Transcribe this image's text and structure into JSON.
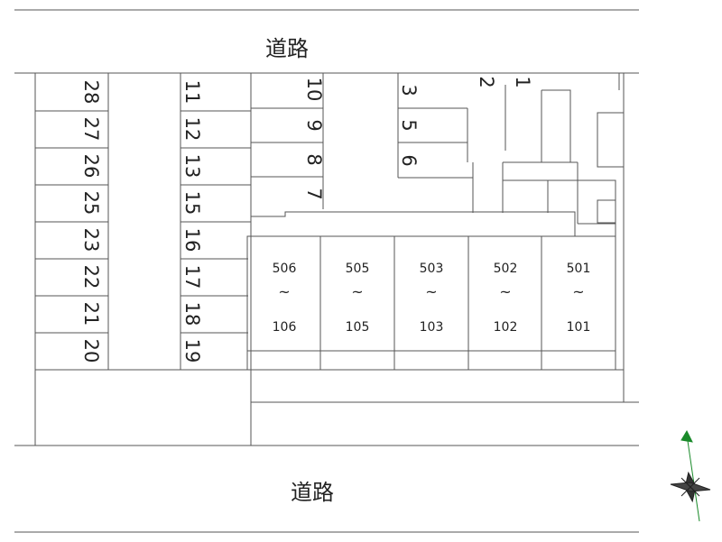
{
  "roads": {
    "top": "道路",
    "bottom": "道路"
  },
  "parking": {
    "col1": [
      "28",
      "27",
      "26",
      "25",
      "23",
      "22",
      "21",
      "20"
    ],
    "col2": [
      "11",
      "12",
      "13",
      "15",
      "16",
      "17",
      "18",
      "19"
    ],
    "col3": [
      "10",
      "9",
      "8",
      "7"
    ],
    "col4": [
      "3",
      "5",
      "6"
    ],
    "top_right": [
      "2",
      "1"
    ]
  },
  "units": [
    {
      "top": "506",
      "sep": "~",
      "bottom": "106"
    },
    {
      "top": "505",
      "sep": "~",
      "bottom": "105"
    },
    {
      "top": "503",
      "sep": "~",
      "bottom": "103"
    },
    {
      "top": "502",
      "sep": "~",
      "bottom": "102"
    },
    {
      "top": "501",
      "sep": "~",
      "bottom": "101"
    }
  ],
  "colors": {
    "line": "#555555",
    "compass": "#1a8a2a",
    "text": "#222222"
  },
  "icons": {
    "compass": "compass-icon"
  }
}
